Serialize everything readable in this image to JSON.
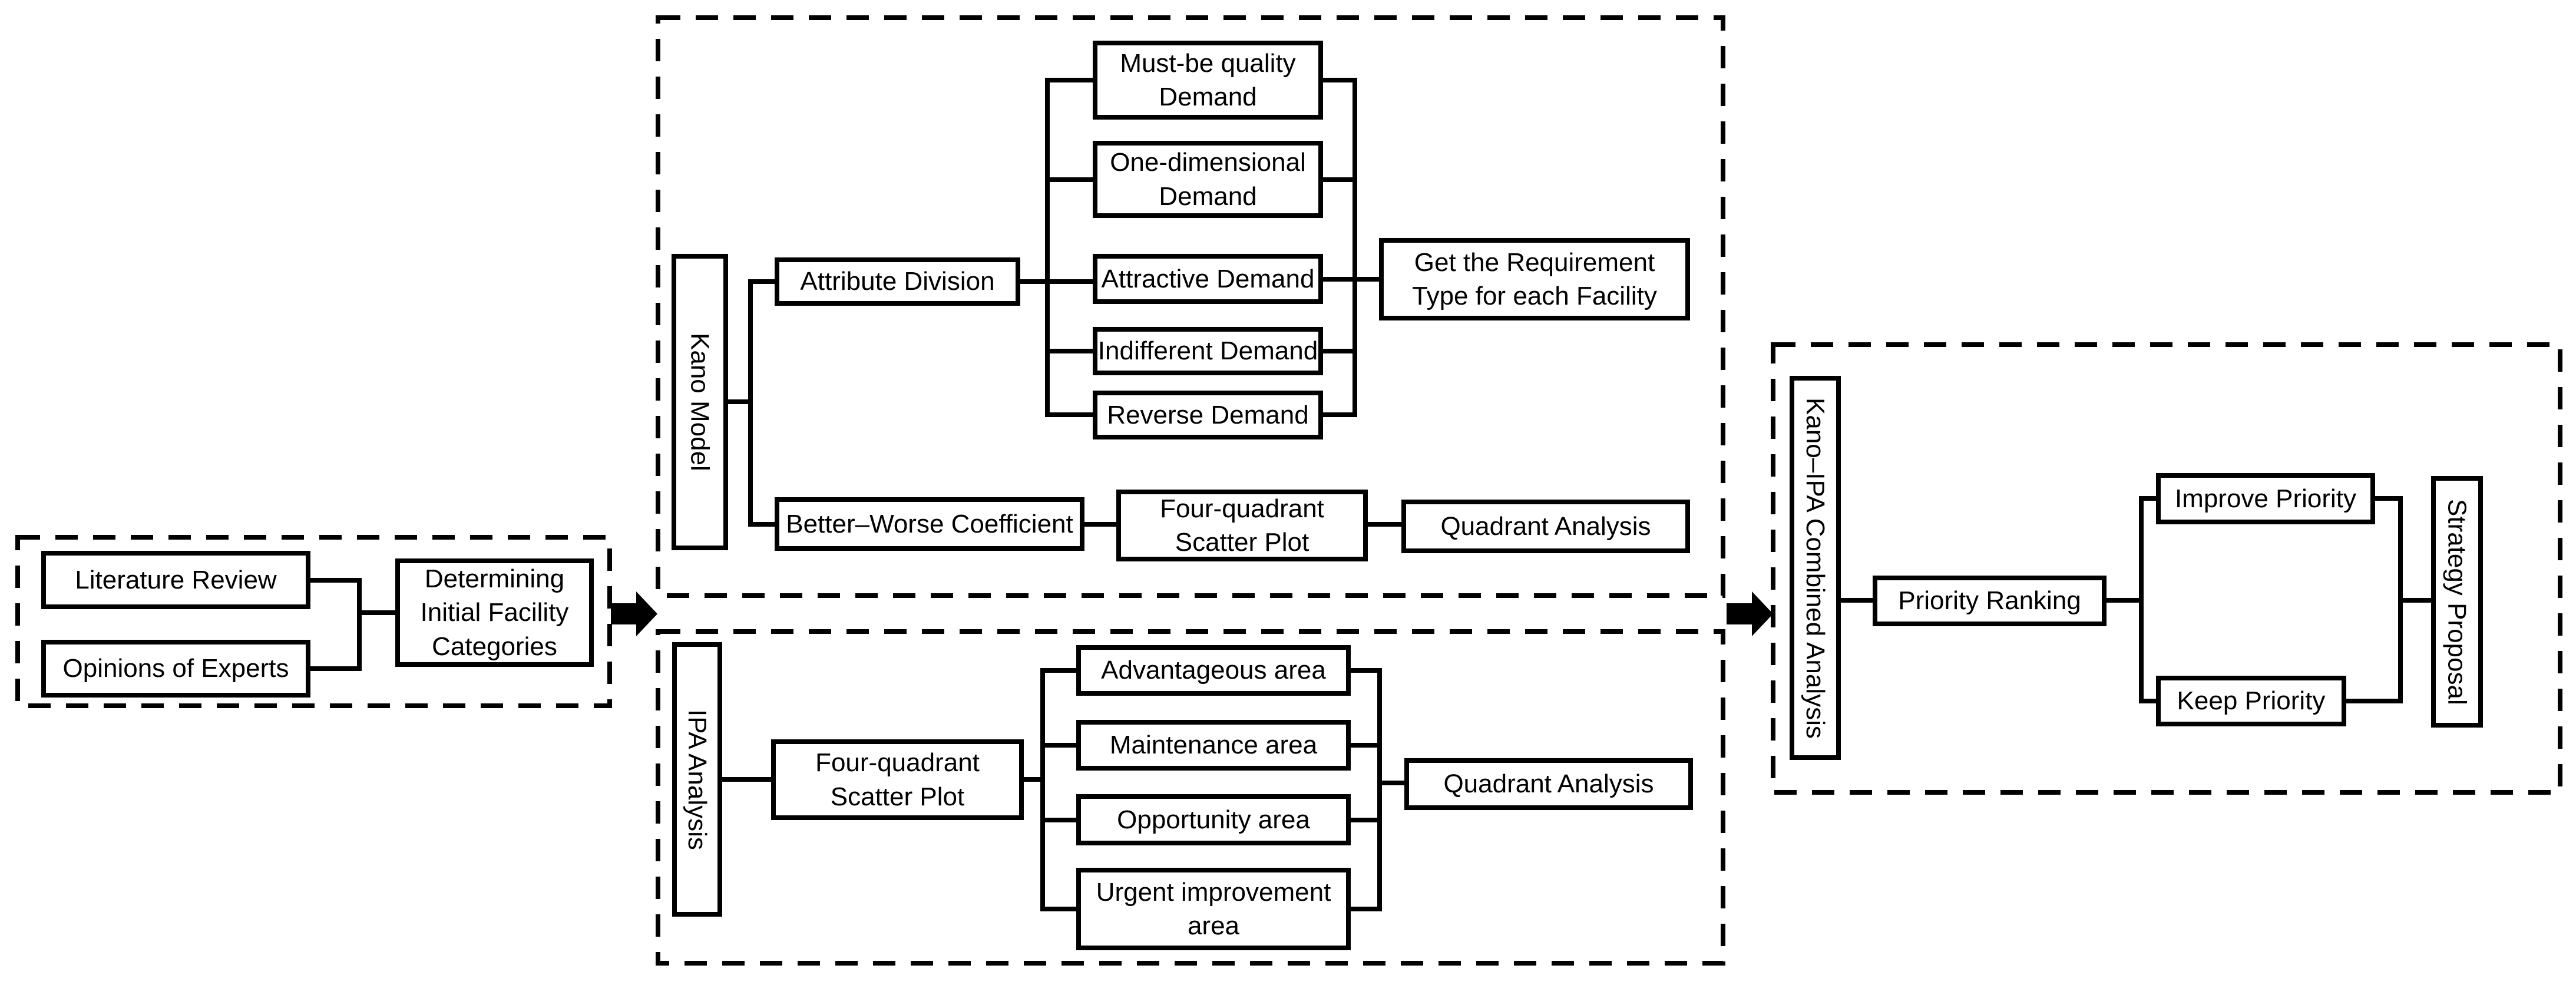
{
  "figure": {
    "background_color": "#ffffff",
    "line_color": "#000000",
    "box_fill_color": "#ffffff",
    "stage_initial": {
      "literature_review": "Literature Review",
      "opinions_of_experts": "Opinions of Experts",
      "determining_categories": "Determining\nInitial Facility\nCategories"
    },
    "kano_model": {
      "group_label": "Kano Model",
      "attribute_division": "Attribute Division",
      "demands": [
        "Must-be quality\nDemand",
        "One-dimensional\nDemand",
        "Attractive Demand",
        "Indifferent Demand",
        "Reverse Demand"
      ],
      "get_requirement_type": "Get the Requirement\nType for each Facility",
      "better_worse_coefficient": "Better–Worse Coefficient",
      "four_quadrant_scatter_plot": "Four-quadrant\nScatter Plot",
      "quadrant_analysis": "Quadrant Analysis"
    },
    "ipa_analysis": {
      "group_label": "IPA Analysis",
      "four_quadrant_scatter_plot": "Four-quadrant\nScatter Plot",
      "areas": [
        "Advantageous area",
        "Maintenance area",
        "Opportunity area",
        "Urgent improvement\narea"
      ],
      "quadrant_analysis": "Quadrant Analysis"
    },
    "kano_ipa_combined": {
      "group_label": "Kano–IPA Combined Analysis",
      "priority_ranking": "Priority Ranking",
      "improve_priority": "Improve Priority",
      "keep_priority": "Keep Priority",
      "strategy_proposal": "Strategy Proposal"
    }
  }
}
